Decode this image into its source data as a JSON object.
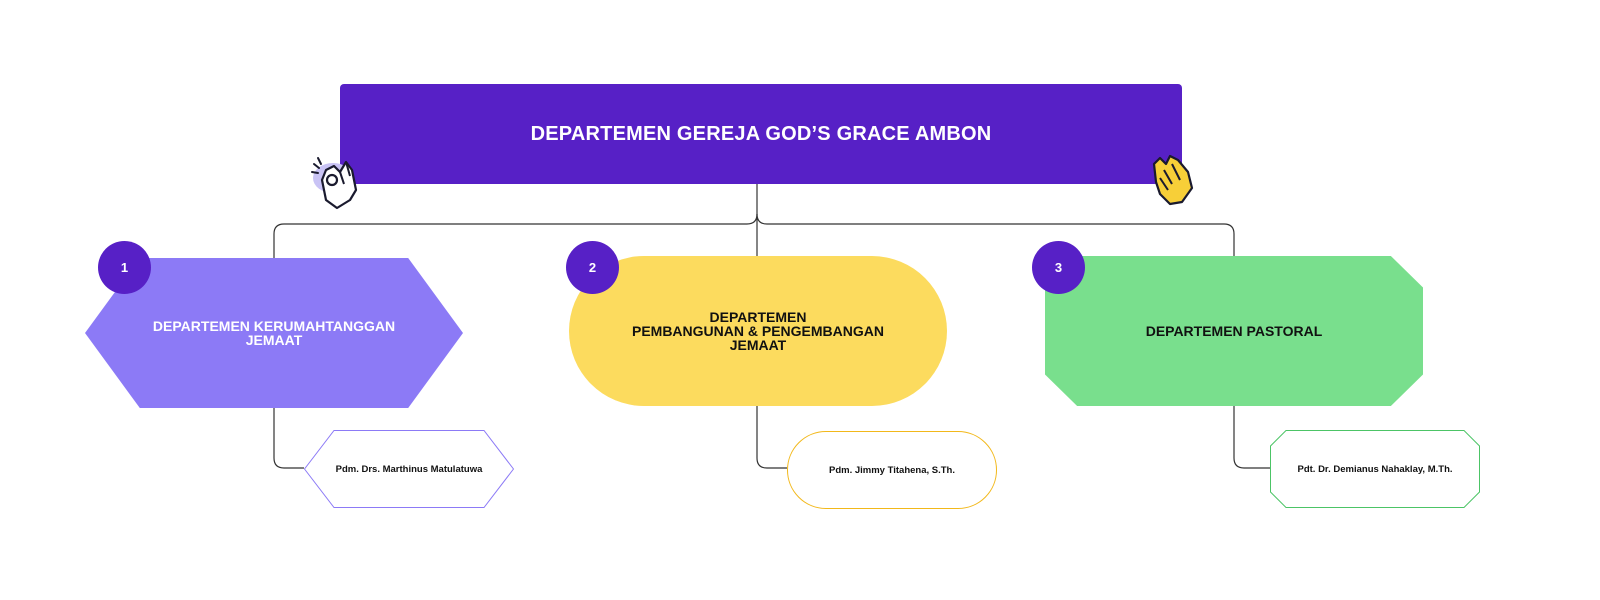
{
  "colors": {
    "primary": "#5720c6",
    "purple_light": "#8c7af6",
    "yellow": "#fcdb5e",
    "green": "#79df8d",
    "purple_border": "#8c7af6",
    "yellow_border": "#f2b81a",
    "green_border": "#4cc466",
    "connector": "#333333"
  },
  "title": "DEPARTEMEN GEREJA GOD’S GRACE AMBON",
  "departments": [
    {
      "number": "1",
      "name": "DEPARTEMEN KERUMAHTANGGAN\nJEMAAT",
      "leader": "Pdm. Drs. Marthinus Matulatuwa"
    },
    {
      "number": "2",
      "name": "DEPARTEMEN\nPEMBANGUNAN & PENGEMBANGAN\nJEMAAT",
      "leader": "Pdm. Jimmy Titahena, S.Th."
    },
    {
      "number": "3",
      "name": "DEPARTEMEN PASTORAL",
      "leader": "Pdt. Dr. Demianus Nahaklay, M.Th."
    }
  ],
  "icons": {
    "left": "ok-hand-icon",
    "right": "clapping-hands-icon"
  }
}
